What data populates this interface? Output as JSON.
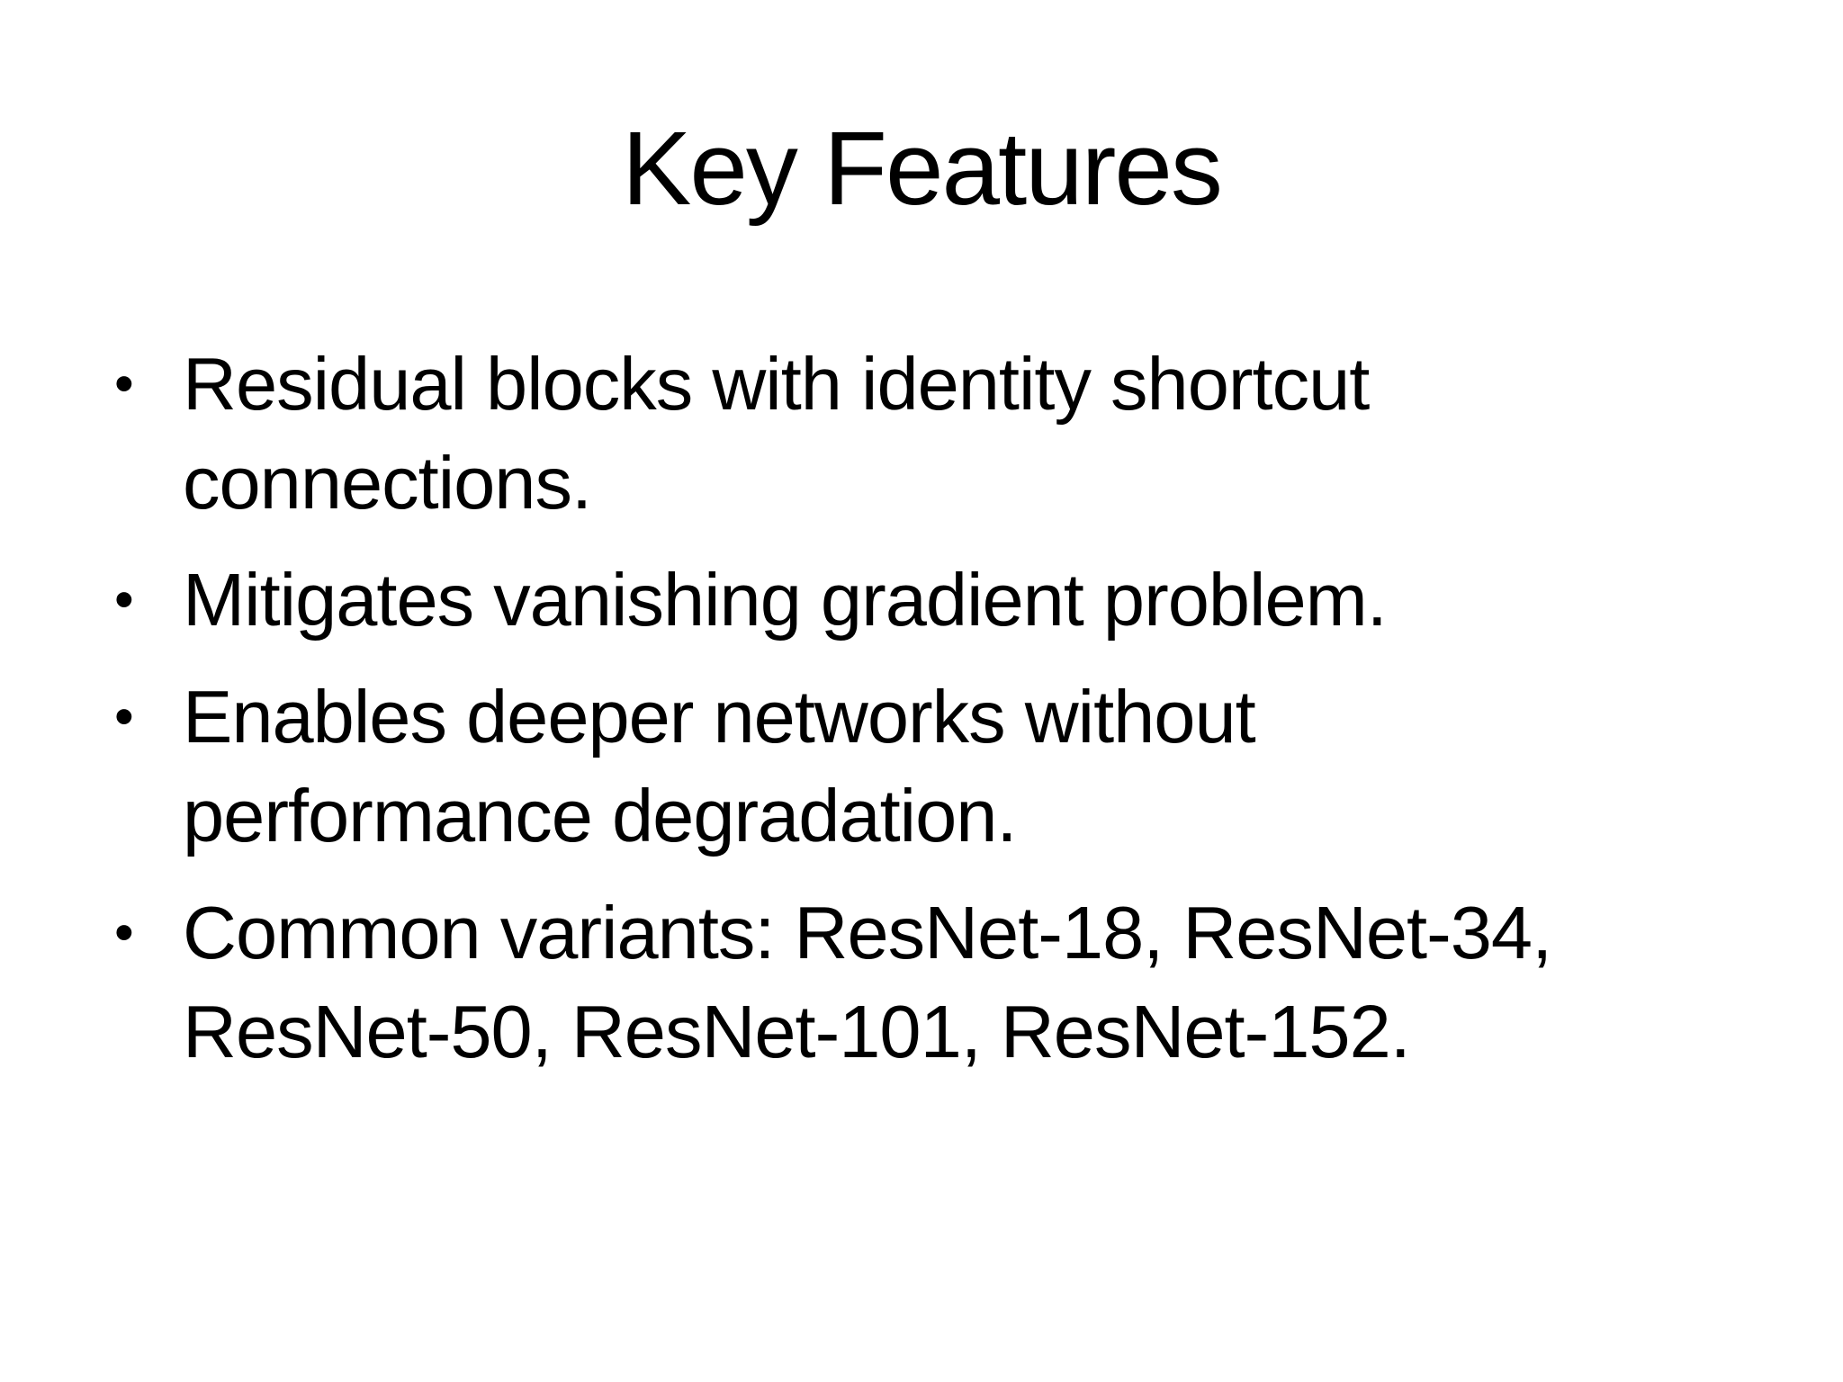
{
  "slide": {
    "title": "Key Features",
    "bullet_glyph": "•",
    "bullets": [
      {
        "text": "Residual blocks with identity shortcut connections.",
        "lines": [
          "Residual blocks with identity shortcut",
          "connections."
        ]
      },
      {
        "text": "Mitigates vanishing gradient problem.",
        "lines": [
          "Mitigates vanishing gradient problem."
        ]
      },
      {
        "text": "Enables deeper networks without performance degradation.",
        "lines": [
          "Enables deeper networks without",
          "performance degradation."
        ]
      },
      {
        "text": "Common variants: ResNet-18, ResNet-34, ResNet-50, ResNet-101, ResNet-152.",
        "lines": [
          "Common variants: ResNet-18, ResNet-34,",
          "ResNet-50, ResNet-101, ResNet-152."
        ]
      }
    ],
    "colors": {
      "background": "#ffffff",
      "text": "#000000"
    }
  }
}
